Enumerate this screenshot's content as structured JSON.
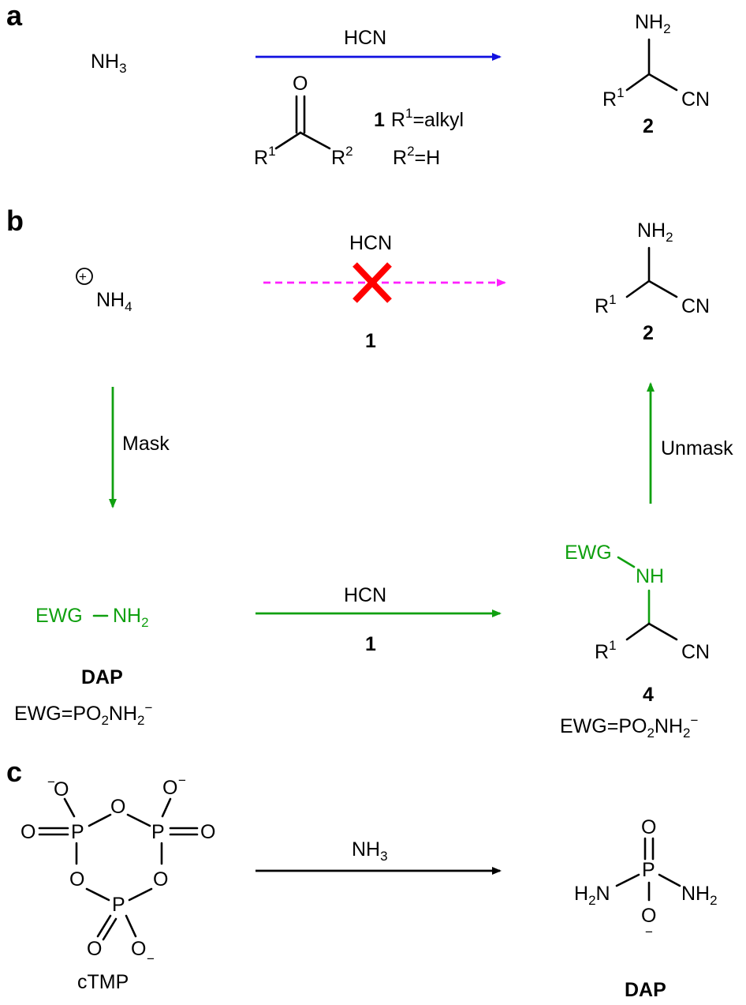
{
  "panels": {
    "a": {
      "label": "a",
      "reactant": "NH3",
      "reagent": "HCN",
      "aldehyde": {
        "R1": "R",
        "R1_sup": "1",
        "R2": "R",
        "R2_sup": "2",
        "O": "O"
      },
      "note_num": "1",
      "note_line1": "R",
      "note_line1_sup": "1",
      "note_line1_rest": "=alkyl",
      "note_line2": "R",
      "note_line2_sup": "2",
      "note_line2_rest": "=H",
      "product": {
        "amine": "NH",
        "amine_sub": "2",
        "R": "R",
        "R_sup": "1",
        "CN": "CN",
        "number": "2"
      }
    },
    "b": {
      "label": "b",
      "reactant": "NH",
      "reactant_sub": "4",
      "charge": "+",
      "reagent": "HCN",
      "reagent_below": "1",
      "product": {
        "amine": "NH",
        "amine_sub": "2",
        "R": "R",
        "R_sup": "1",
        "CN": "CN",
        "number": "2"
      },
      "mask_label": "Mask",
      "unmask_label": "Unmask",
      "dap": {
        "ewg": "EWG",
        "amine": "NH",
        "amine_sub": "2",
        "name": "DAP",
        "def": "EWG=PO",
        "def_sub1": "2",
        "def_mid": "NH",
        "def_sub2": "2",
        "def_sup": "−"
      },
      "lower_reagent": "HCN",
      "lower_reagent_below": "1",
      "intermediate": {
        "ewg": "EWG",
        "nh": "NH",
        "R": "R",
        "R_sup": "1",
        "CN": "CN",
        "number": "4",
        "def": "EWG=PO",
        "def_sub1": "2",
        "def_mid": "NH",
        "def_sub2": "2",
        "def_sup": "−"
      }
    },
    "c": {
      "label": "c",
      "ctmp": {
        "name": "cTMP",
        "P": "P",
        "O": "O",
        "charge": "−"
      },
      "reagent": "NH",
      "reagent_sub": "3",
      "dap": {
        "P": "P",
        "O": "O",
        "left": "H",
        "left_sub": "2",
        "left_n": "N",
        "right": "NH",
        "right_sub": "2",
        "charge": "−",
        "name": "DAP"
      }
    }
  },
  "colors": {
    "panel_a_arrow": "#1010e0",
    "green": "#10a010",
    "blocked_arrow": "#ff20ff",
    "cross": "#ff0000",
    "black_arrow": "#000000"
  }
}
